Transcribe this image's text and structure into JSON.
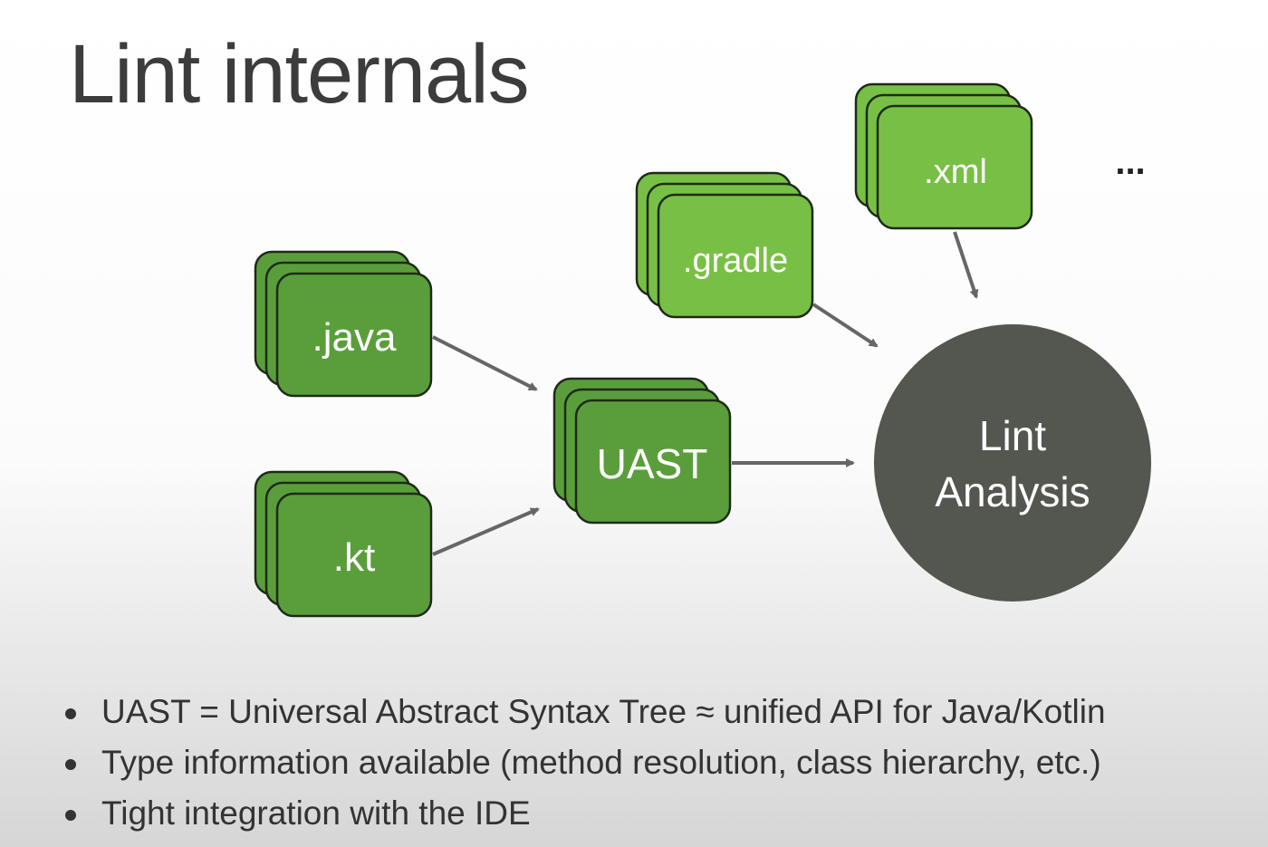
{
  "title": "Lint internals",
  "nodes": {
    "java": ".java",
    "kt": ".kt",
    "uast": "UAST",
    "gradle": ".gradle",
    "xml": ".xml",
    "more": "...",
    "analysis_line1": "Lint",
    "analysis_line2": "Analysis"
  },
  "bullets": [
    "UAST = Universal Abstract Syntax Tree ≈ unified API for Java/Kotlin",
    "Type information available (method resolution, class hierarchy, etc.)",
    "Tight integration with the IDE"
  ],
  "colors": {
    "dark_green": "#5a9e3c",
    "light_green": "#78c045",
    "circle": "#545650",
    "arrow": "#666666",
    "outline": "#1e2a18"
  }
}
